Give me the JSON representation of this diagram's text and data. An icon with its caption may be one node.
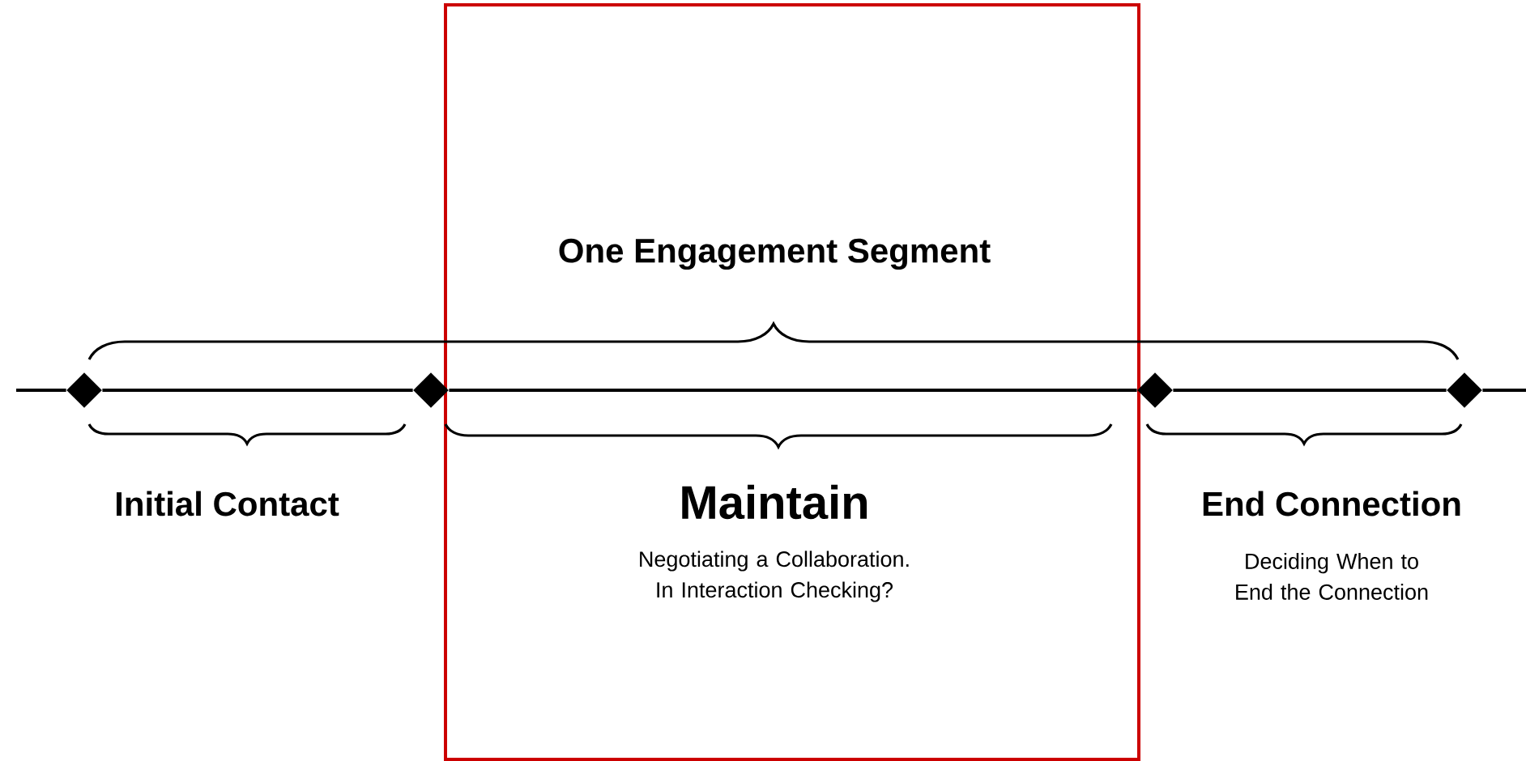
{
  "diagram": {
    "nodes": [
      {
        "text": [],
        "shape": "diamond"
      },
      {
        "text": [],
        "shape": "diamond"
      },
      {
        "text": [],
        "shape": "diamond"
      },
      {
        "text": [],
        "shape": "diamond"
      }
    ],
    "edges": [
      {
        "from": null,
        "to": 0,
        "arrow": "none"
      },
      {
        "from": 0,
        "to": 1,
        "arrow": "none"
      },
      {
        "from": 1,
        "to": 2,
        "arrow": "none"
      },
      {
        "from": 2,
        "to": 3,
        "arrow": "none"
      },
      {
        "from": 3,
        "to": null,
        "arrow": "none"
      }
    ],
    "labels": [
      "One Engagement Segment",
      "Initial Contact",
      "Maintain",
      "Negotiating a Collaboration. In Interaction Checking?",
      "End Connection",
      "Deciding When to End the Connection"
    ]
  }
}
